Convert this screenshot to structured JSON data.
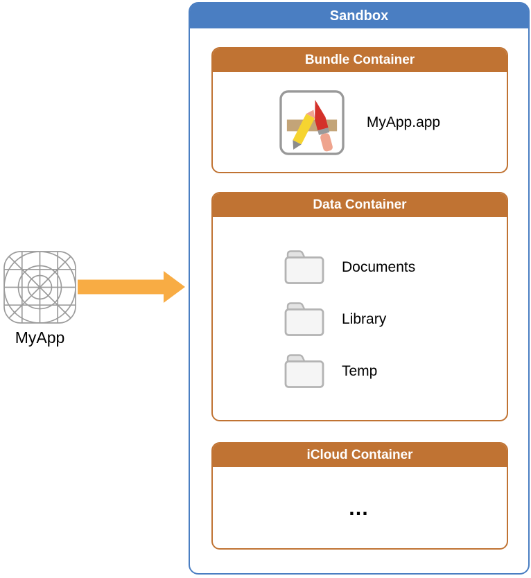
{
  "source_app": {
    "label": "MyApp"
  },
  "sandbox": {
    "title": "Sandbox",
    "containers": [
      {
        "title": "Bundle Container",
        "items": [
          {
            "icon": "app-store-icon",
            "label": "MyApp.app"
          }
        ]
      },
      {
        "title": "Data Container",
        "items": [
          {
            "icon": "folder-icon",
            "label": "Documents"
          },
          {
            "icon": "folder-icon",
            "label": "Library"
          },
          {
            "icon": "folder-icon",
            "label": "Temp"
          }
        ]
      },
      {
        "title": "iCloud Container",
        "ellipsis": "…"
      }
    ]
  },
  "colors": {
    "sandbox_blue": "#4a7ec2",
    "container_orange": "#c07333",
    "arrow_orange": "#f8ac44",
    "icon_gray": "#9b9b9b",
    "folder_border": "#b3b3b3",
    "folder_fill": "#f5f5f5",
    "folder_tab": "#e3e3e3"
  }
}
